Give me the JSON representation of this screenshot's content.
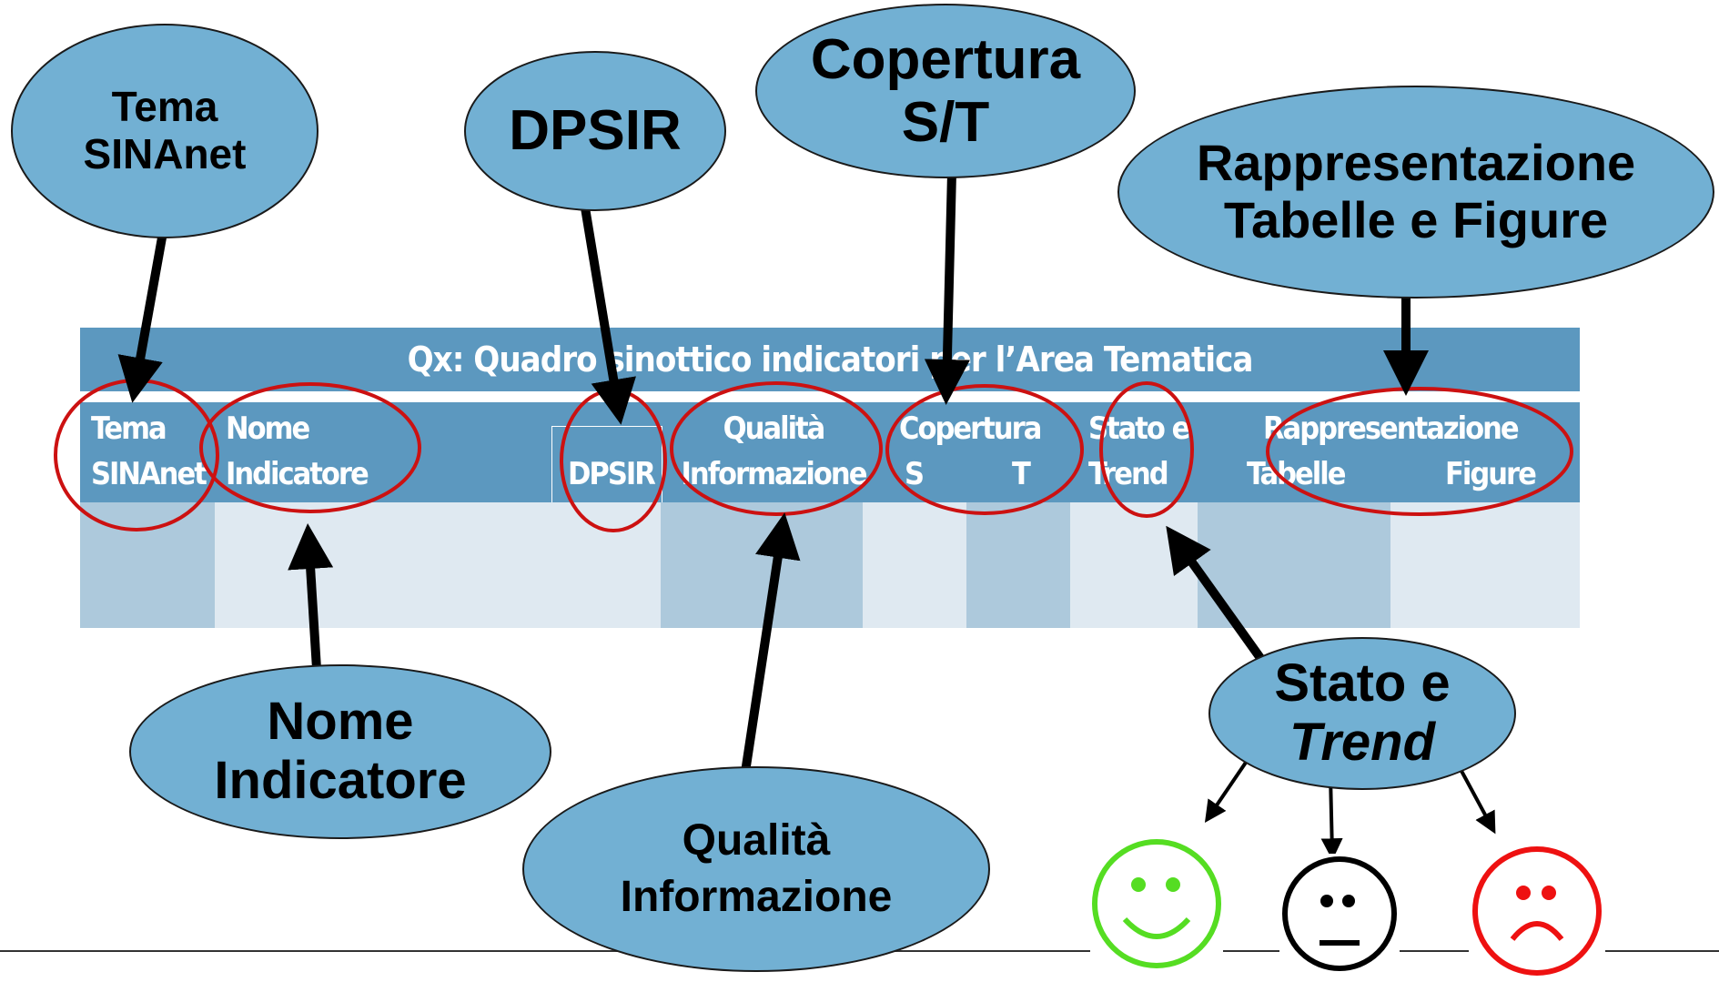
{
  "table": {
    "title": "Qx: Quadro sinottico indicatori per l’Area Tematica",
    "headers": {
      "tema": [
        "Tema",
        "SINAnet"
      ],
      "nome": [
        "Nome",
        "Indicatore"
      ],
      "dpsir": "DPSIR",
      "qualita": [
        "Qualità",
        "Informazione"
      ],
      "copertura": [
        "Copertura",
        "S",
        "T"
      ],
      "stato": [
        "Stato e",
        "Trend"
      ],
      "rappresentazione": [
        "Rappresentazione",
        "Tabelle",
        "Figure"
      ]
    }
  },
  "callouts": {
    "tema": [
      "Tema",
      "SINAnet"
    ],
    "dpsir": "DPSIR",
    "copertura": [
      "Copertura",
      "S/T"
    ],
    "rappresentazione": [
      "Rappresentazione",
      "Tabelle e Figure"
    ],
    "nome": [
      "Nome",
      "Indicatore"
    ],
    "qualita": [
      "Qualità",
      "Informazione"
    ],
    "stato": [
      "Stato e",
      "Trend"
    ]
  },
  "faces": [
    {
      "name": "happy-face-icon",
      "color": "#55dd22"
    },
    {
      "name": "neutral-face-icon",
      "color": "#000000"
    },
    {
      "name": "sad-face-icon",
      "color": "#ee1111"
    }
  ],
  "colors": {
    "bubble_fill": "#72b0d3",
    "table_header": "#5c98bf",
    "highlight_ring": "#cc1111"
  }
}
